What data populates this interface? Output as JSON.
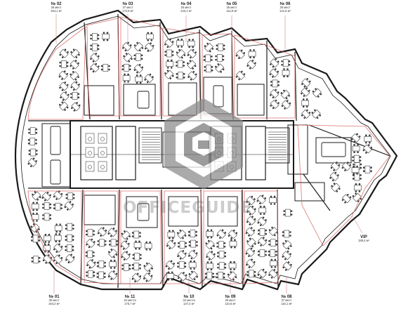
{
  "plan": {
    "watermark_text": "OFFICEGUIDE",
    "colors": {
      "wall": "#1a1a1a",
      "furniture": "#3a3a3a",
      "zone_outline": "#d85a5a",
      "leader": "#c96a6a",
      "logo": "#777777"
    },
    "zones": [
      {
        "id": "02",
        "label": "№ 02",
        "seats": "28 мест",
        "area": "164,1 м²"
      },
      {
        "id": "03",
        "label": "№ 03",
        "seats": "27 мест",
        "area": "172,6 м²"
      },
      {
        "id": "04",
        "label": "№ 04",
        "seats": "25 мест",
        "area": "133,1 м²"
      },
      {
        "id": "05a",
        "label": "№ 05",
        "seats": "25 мест",
        "area": "112,6 м²"
      },
      {
        "id": "06",
        "label": "№ 06",
        "seats": "25 мест",
        "area": "141,6 м²"
      },
      {
        "id": "01",
        "label": "№ 01",
        "seats": "30 мест",
        "area": "164,2 м²"
      },
      {
        "id": "11",
        "label": "№ 11",
        "seats": "34 места",
        "area": "175,7 м²"
      },
      {
        "id": "10",
        "label": "№ 10",
        "seats": "34 места",
        "area": "137,2 м²"
      },
      {
        "id": "09",
        "label": "№ 09",
        "seats": "26 мест",
        "area": "110,6 м²"
      },
      {
        "id": "08",
        "label": "№ 08",
        "seats": "37 мест",
        "area": "116,1 м²"
      },
      {
        "id": "vip",
        "label": "VIP",
        "seats": "",
        "area": "189,4 м²"
      }
    ]
  }
}
